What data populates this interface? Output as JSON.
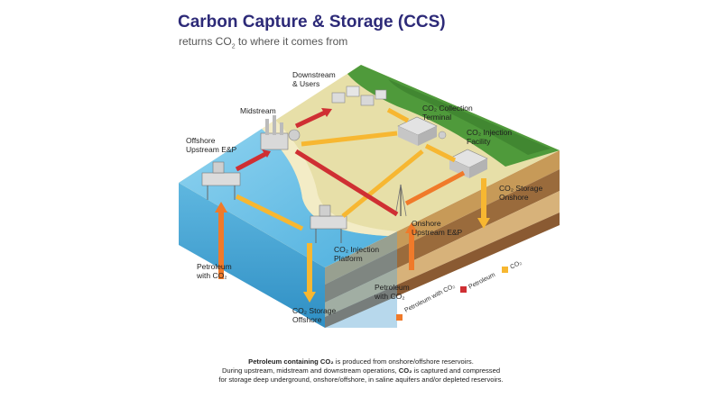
{
  "header": {
    "title": "Carbon Capture & Storage (CCS)",
    "subtitle_pre": "returns CO",
    "subtitle_sub": "2",
    "subtitle_post": " to where it comes from"
  },
  "labels": {
    "downstream": "Downstream\n& Users",
    "midstream": "Midstream",
    "offshore_upstream": "Offshore\nUpstream E&P",
    "co2_collection": "CO₂ Collection\nTerminal",
    "co2_injection_facility": "CO₂ Injection\nFacility",
    "co2_storage_onshore": "CO₂ Storage\nOnshore",
    "onshore_upstream": "Onshore\nUpstream E&P",
    "co2_injection_platform": "CO₂ Injection\nPlatform",
    "petroleum_co2_left": "Petroleum\nwith CO₂",
    "petroleum_co2_right": "Petroleum\nwith CO₂",
    "co2_storage_offshore": "CO₂ Storage\nOffshore"
  },
  "legend": [
    {
      "label": "Petroleum with CO₂",
      "color": "#f07a2a"
    },
    {
      "label": "Petroleum",
      "color": "#cf2f33"
    },
    {
      "label": "CO₂",
      "color": "#f7b731"
    }
  ],
  "footer": {
    "line1_bold": "Petroleum containing CO₂",
    "line1_rest": " is produced from onshore/offshore reservoirs.",
    "line2_pre": "During upstream, midstream and downstream operations, ",
    "line2_bold": "CO₂",
    "line2_rest": " is captured and compressed",
    "line3": "for storage deep underground, onshore/offshore, in saline aquifers and/or depleted reservoirs."
  },
  "colors": {
    "title": "#2d2a78",
    "petroleum_co2": "#f07a2a",
    "petroleum": "#cf2f33",
    "co2": "#f7b731",
    "sea": "#6cc1e6",
    "land": "#e7dfa8",
    "forest": "#4f9a3b"
  }
}
